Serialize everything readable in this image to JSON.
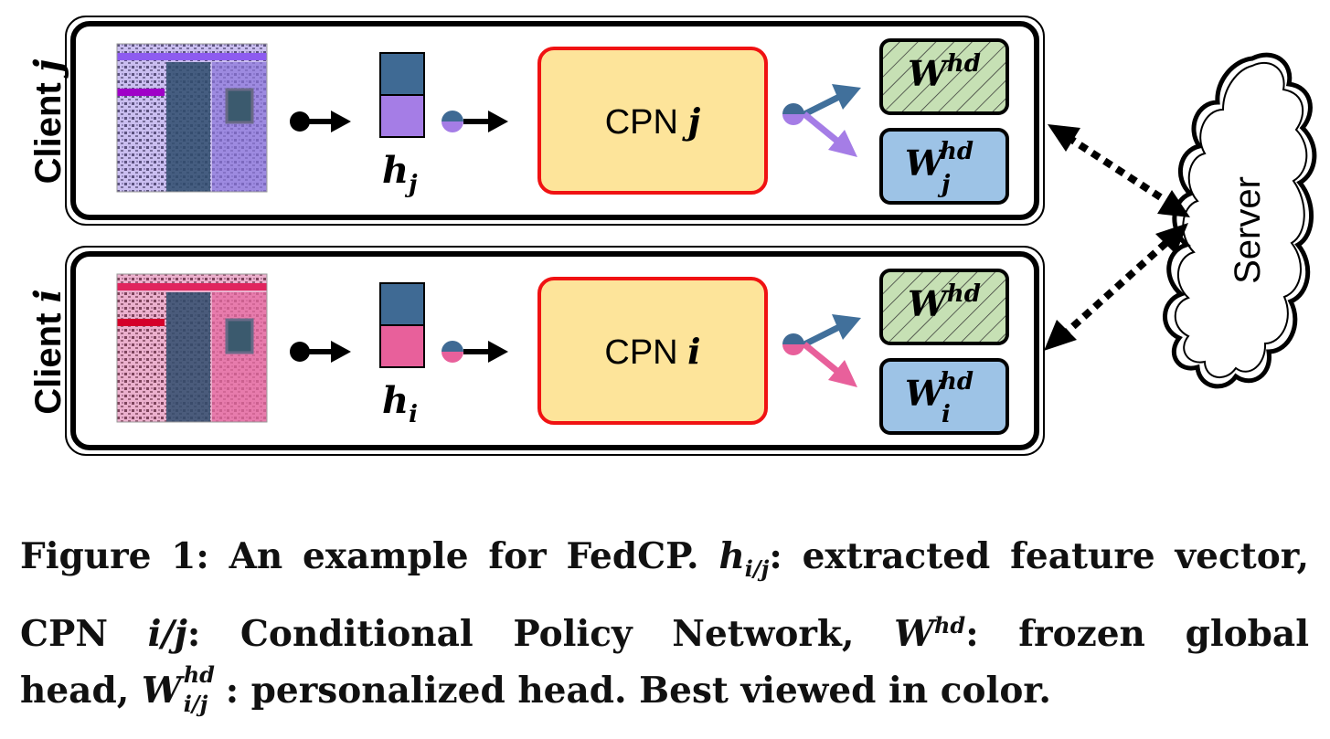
{
  "clients": [
    {
      "id": "j",
      "label_text": "Client",
      "label_var": "j",
      "feature_var": "h",
      "feature_sub": "j",
      "cpn_text": "CPN",
      "cpn_var": "j",
      "global_head_base": "W",
      "global_head_sup": "hd",
      "personal_head_base": "W",
      "personal_head_sup": "hd",
      "personal_head_sub": "j",
      "accent_color": "#a57de6"
    },
    {
      "id": "i",
      "label_text": "Client",
      "label_var": "i",
      "feature_var": "h",
      "feature_sub": "i",
      "cpn_text": "CPN",
      "cpn_var": "i",
      "global_head_base": "W",
      "global_head_sup": "hd",
      "personal_head_base": "W",
      "personal_head_sup": "hd",
      "personal_head_sub": "i",
      "accent_color": "#e8609b"
    }
  ],
  "server": {
    "label": "Server"
  },
  "colors": {
    "feature_top": "#3f6a94",
    "cpn_fill": "#fde49a",
    "cpn_border": "#f01212",
    "global_head_fill": "#c6e0b4",
    "personal_head_fill": "#9dc3e6",
    "arrow_blue": "#41709b"
  },
  "caption": {
    "fig_label": "Figure 1:",
    "intro": "An example for FedCP.",
    "h_var": "h",
    "h_sub": "i/j",
    "h_desc": ": extracted feature vector,",
    "cpn_label": "CPN",
    "cpn_var": "i/j",
    "cpn_desc": ": Conditional Policy Network,",
    "w_var": "W",
    "w_sup": "hd",
    "w_desc": ": frozen global",
    "head_word": "head,",
    "wp_var": "W",
    "wp_sup": "hd",
    "wp_sub": "i/j",
    "wp_desc": ": personalized head. Best viewed in color."
  }
}
